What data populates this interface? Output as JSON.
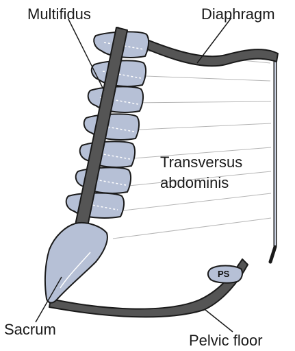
{
  "labels": {
    "multifidus": "Multifidus",
    "diaphragm": "Diaphragm",
    "transversus_line1": "Transversus",
    "transversus_line2": "abdominis",
    "ps": "PS",
    "sacrum": "Sacrum",
    "pelvic_floor": "Pelvic floor"
  },
  "colors": {
    "bone_fill": "#b6c0d6",
    "muscle_band": "#555555",
    "outline": "#1a1a1a",
    "background": "#ffffff",
    "fiber_lines": "#b5b5b5"
  }
}
